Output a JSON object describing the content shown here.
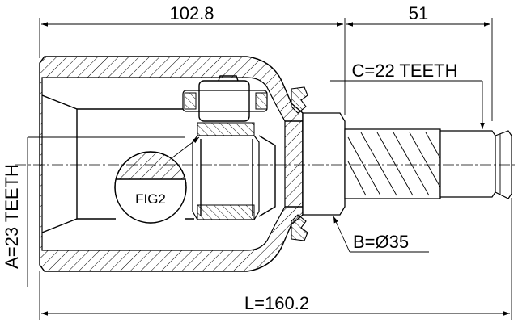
{
  "labels": {
    "dim_top_left": "102.8",
    "dim_top_right": "51",
    "dim_bottom": "L=160.2",
    "spline_c": "C=22 TEETH",
    "spline_a": "A=23 TEETH",
    "diameter_b": "B=Ø35",
    "figure_ref": "FIG2"
  }
}
